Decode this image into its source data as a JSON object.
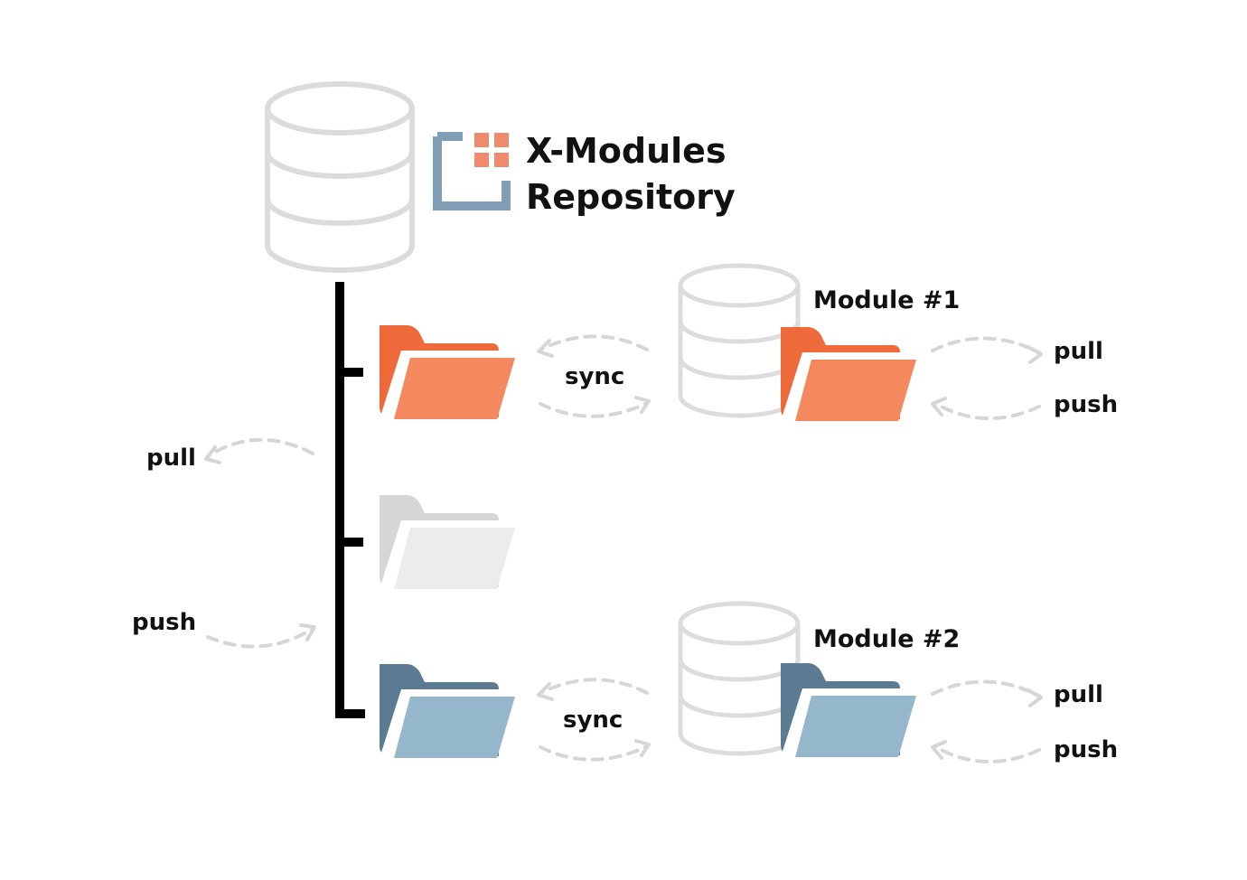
{
  "repository": {
    "title_line1": "X-Modules",
    "title_line2": "Repository",
    "logo_colors": {
      "bracket": "#7f9db5",
      "squares": "#f08a6d"
    }
  },
  "colors": {
    "orange_back": "#ef6a3a",
    "orange_front": "#f4895f",
    "gray_back": "#d6d6d6",
    "gray_front": "#ececec",
    "blue_back": "#5a7b91",
    "blue_front": "#95b7cc",
    "database_stroke": "#dcdcdc",
    "arrow_stroke": "#d6d6d6",
    "tree_line": "#000000"
  },
  "main_repo_arrows": {
    "pull_label": "pull",
    "push_label": "push"
  },
  "sync_labels": {
    "module1": "sync",
    "module2": "sync"
  },
  "modules": [
    {
      "name": "Module #1",
      "pull_label": "pull",
      "push_label": "push"
    },
    {
      "name": "Module #2",
      "pull_label": "pull",
      "push_label": "push"
    }
  ]
}
